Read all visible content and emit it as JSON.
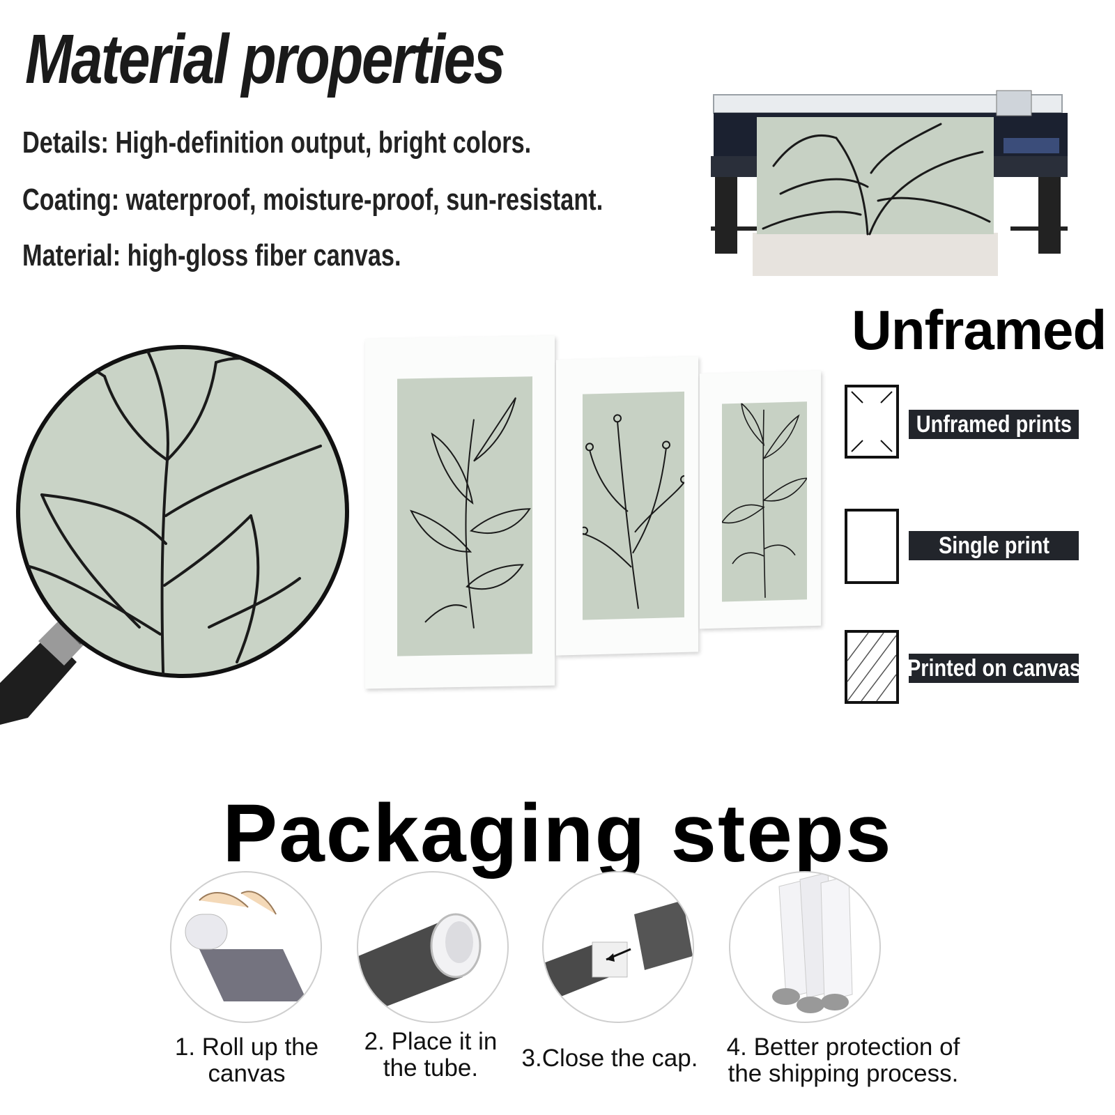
{
  "material": {
    "title": "Material properties",
    "details": [
      "Details: High-definition output, bright colors.",
      "Coating: waterproof, moisture-proof, sun-resistant.",
      "Material: high-gloss fiber canvas."
    ]
  },
  "unframed": {
    "title": "Unframed",
    "legend": [
      {
        "label": "Unframed prints",
        "icon": "corner-marks-frame-icon"
      },
      {
        "label": "Single print",
        "icon": "plain-frame-icon"
      },
      {
        "label": "Printed on canvas",
        "icon": "hatched-frame-icon"
      }
    ]
  },
  "packaging": {
    "title": "Packaging steps",
    "steps": [
      {
        "label": "1. Roll up the\ncanvas"
      },
      {
        "label": "2. Place it in\nthe tube."
      },
      {
        "label": "3.Close the cap."
      },
      {
        "label": "4. Better protection of\nthe shipping process."
      }
    ]
  },
  "colors": {
    "sage": "#c7d1c4",
    "label_bg": "#22252b",
    "line": "#1a1a1a"
  }
}
